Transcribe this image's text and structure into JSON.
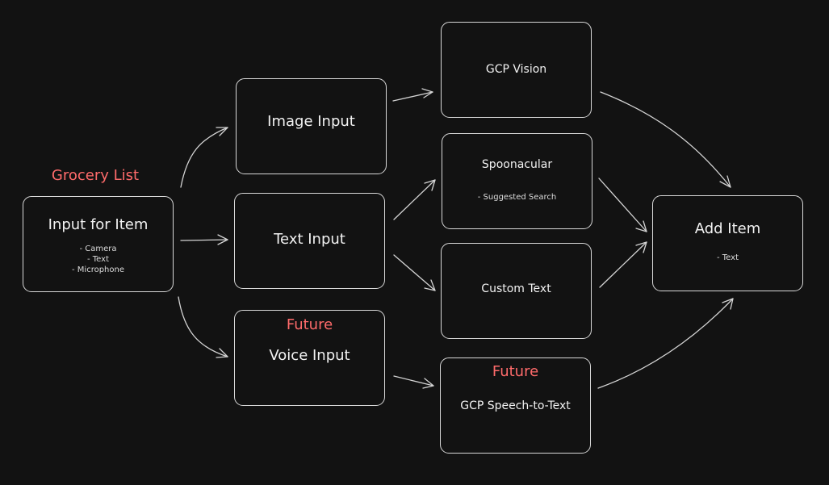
{
  "accent_color": "#ff6b6b",
  "grocery_list_label": "Grocery List",
  "input_for_item": {
    "title": "Input for Item",
    "options": [
      "- Camera",
      "- Text",
      "- Microphone"
    ]
  },
  "image_input": {
    "title": "Image Input"
  },
  "text_input": {
    "title": "Text Input"
  },
  "voice_input": {
    "title": "Voice Input",
    "tag": "Future"
  },
  "gcp_vision": {
    "title": "GCP Vision"
  },
  "spoonacular": {
    "title": "Spoonacular",
    "note": "- Suggested Search"
  },
  "custom_text": {
    "title": "Custom Text"
  },
  "gcp_speech": {
    "title": "GCP Speech-to-Text",
    "tag": "Future"
  },
  "add_item": {
    "title": "Add Item",
    "note": "- Text"
  }
}
